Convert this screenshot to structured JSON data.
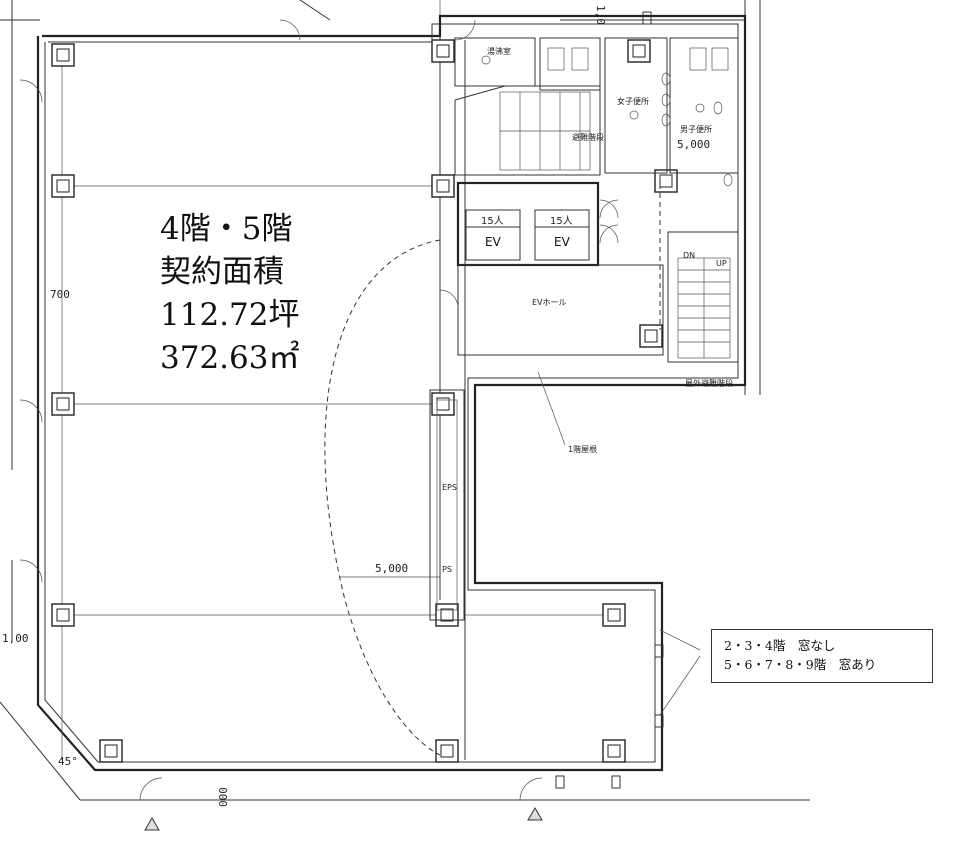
{
  "floor_info": {
    "floors": "4階・5階",
    "contract_area_label": "契約面積",
    "area_tsubo": "112.72坪",
    "area_sqm": "372.63㎡"
  },
  "window_note": {
    "line1": "2・3・4階　窓なし",
    "line2": "5・6・7・8・9階　窓あり"
  },
  "room_labels": {
    "toilet_women": "女子便所",
    "toilet_men": "男子便所",
    "kitchen": "湯沸室",
    "evac_stair": "避難階段",
    "ev_hall": "EVホール",
    "outdoor_stair": "屋外避難階段",
    "eps": "EPS",
    "ps": "PS",
    "roof_label": "1階屋根"
  },
  "elevators": [
    {
      "capacity": "15人",
      "label": "EV"
    },
    {
      "capacity": "15人",
      "label": "EV"
    }
  ],
  "dimensions": {
    "left_span": "700",
    "core_width": "5,000",
    "bottom_span": "5,000",
    "left_edge": "1,00",
    "bottom_edge": "000",
    "angle": "45°",
    "top_edge": "1,0"
  },
  "stairs": {
    "up": "UP",
    "dn": "DN"
  }
}
